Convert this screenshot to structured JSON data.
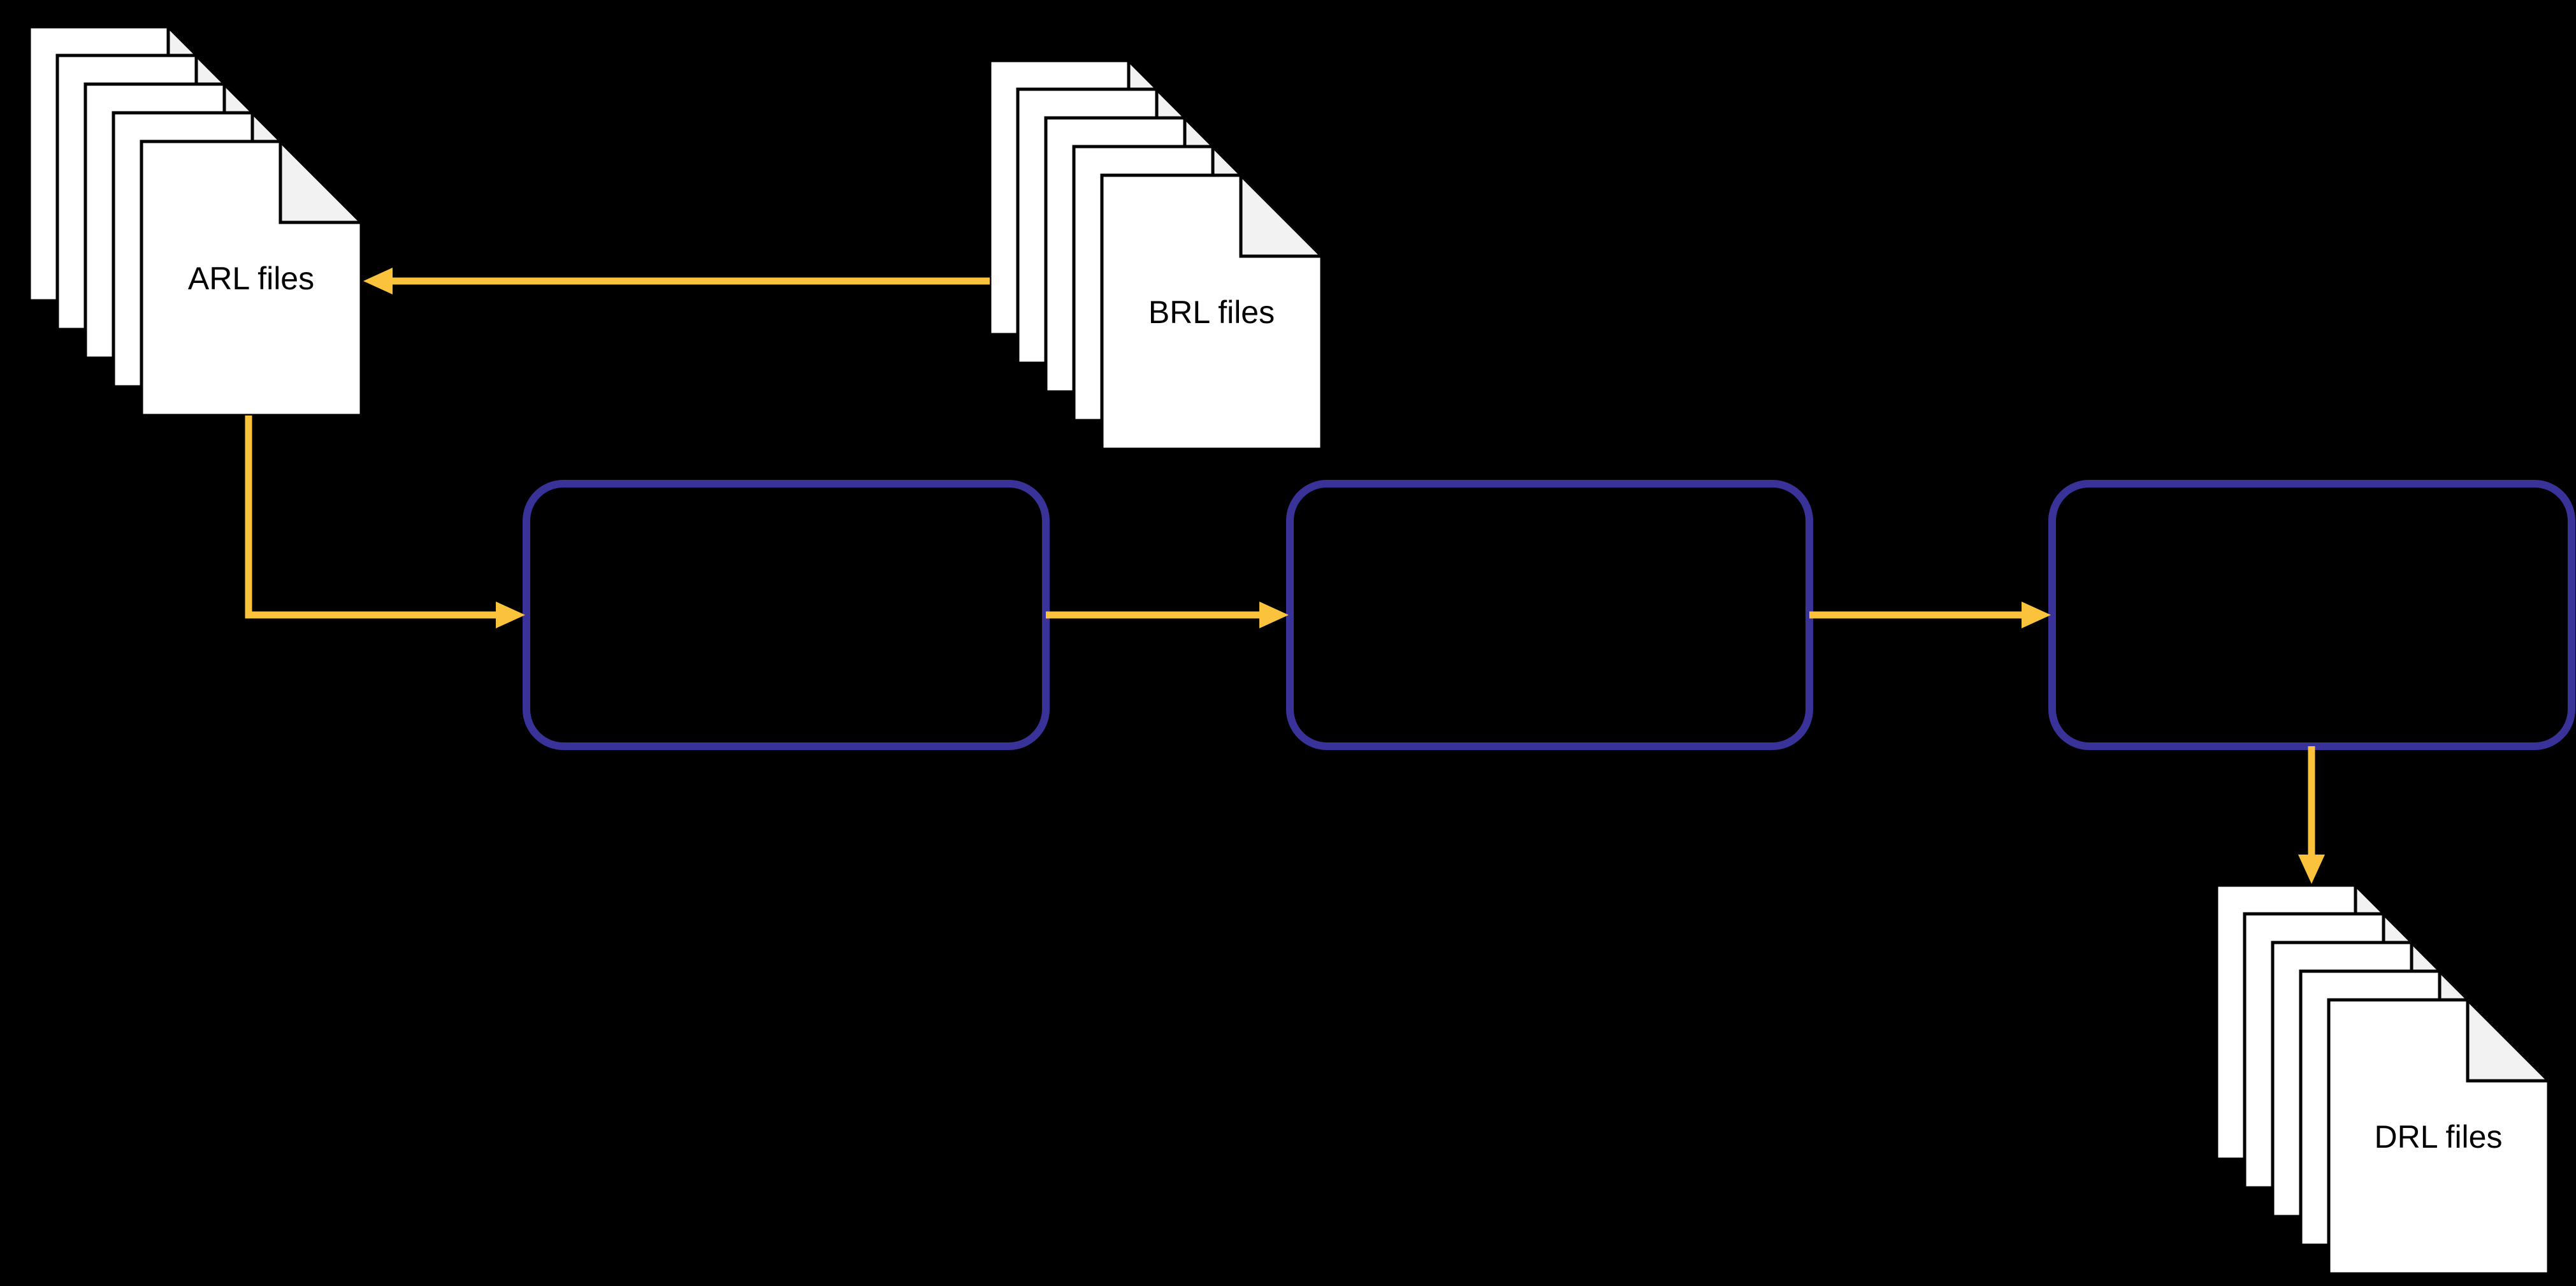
{
  "colors": {
    "background": "#000000",
    "arrow": "#FBC33C",
    "box_border": "#383299",
    "page_fill": "#FFFFFF",
    "page_stroke": "#000000",
    "fold_fill": "#F2F2F2",
    "label_text": "#000000"
  },
  "stacks": {
    "arl": {
      "label": "ARL files"
    },
    "brl": {
      "label": "BRL files"
    },
    "drl": {
      "label": "DRL files"
    }
  },
  "process_boxes": [
    {
      "label": ""
    },
    {
      "label": ""
    },
    {
      "label": ""
    }
  ]
}
